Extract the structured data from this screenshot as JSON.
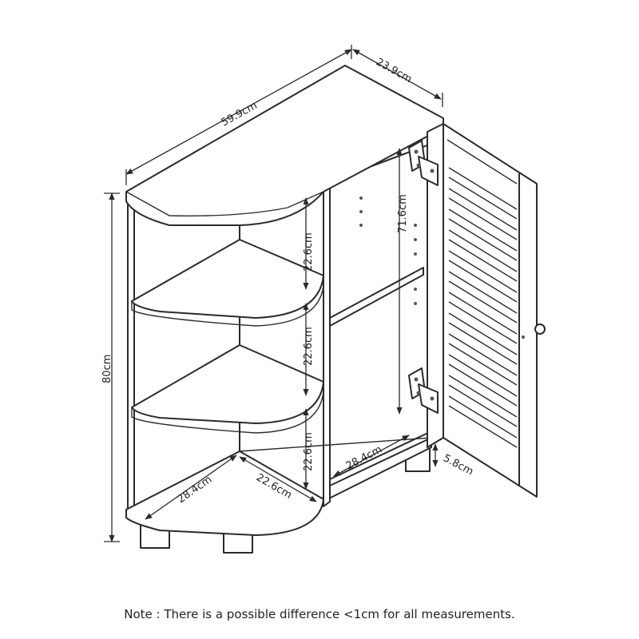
{
  "dimensions": {
    "width": "59.9cm",
    "depth": "23.9cm",
    "height": "80cm",
    "shelf_gap_1": "22.6cm",
    "shelf_gap_2": "22.6cm",
    "shelf_gap_3": "22.6cm",
    "cabinet_height": "71.6cm",
    "cabinet_depth": "28.4cm",
    "base_depth": "28.4cm",
    "base_width": "22.6cm",
    "leg_height": "5.8cm"
  },
  "note": "Note : There is a possible difference <1cm for all measurements."
}
